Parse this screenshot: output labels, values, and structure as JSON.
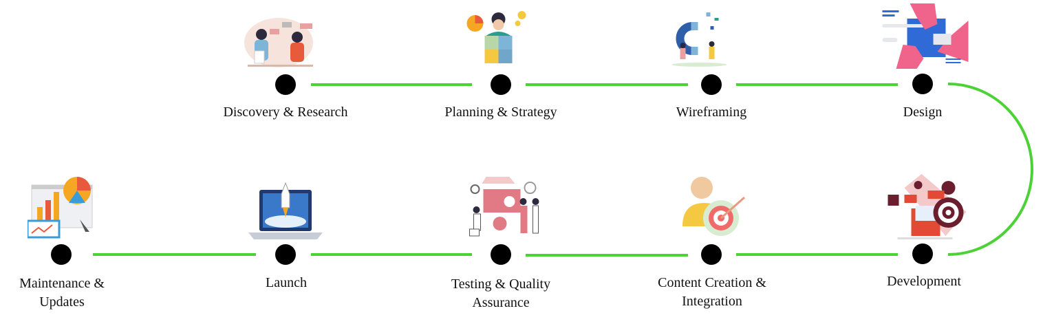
{
  "title": "Website development process",
  "colors": {
    "connector": "#4cd137",
    "node": "#000000"
  },
  "steps": [
    {
      "id": 1,
      "label": "Discovery & Research",
      "icon": "team-meeting-illustration"
    },
    {
      "id": 2,
      "label": "Planning & Strategy",
      "icon": "puzzle-strategy-illustration"
    },
    {
      "id": 3,
      "label": "Wireframing",
      "icon": "magnet-wireframe-illustration"
    },
    {
      "id": 4,
      "label": "Design",
      "icon": "hands-design-illustration"
    },
    {
      "id": 5,
      "label": "Development",
      "icon": "marketing-target-illustration"
    },
    {
      "id": 6,
      "label_lines": [
        "Content Creation &",
        "Integration"
      ],
      "icon": "user-target-illustration"
    },
    {
      "id": 7,
      "label_lines": [
        "Testing & Quality",
        "Assurance"
      ],
      "icon": "qa-testing-illustration"
    },
    {
      "id": 8,
      "label": "Launch",
      "icon": "rocket-laptop-illustration"
    },
    {
      "id": 9,
      "label_lines": [
        "Maintenance &",
        "Updates"
      ],
      "icon": "analytics-dashboard-illustration"
    }
  ]
}
